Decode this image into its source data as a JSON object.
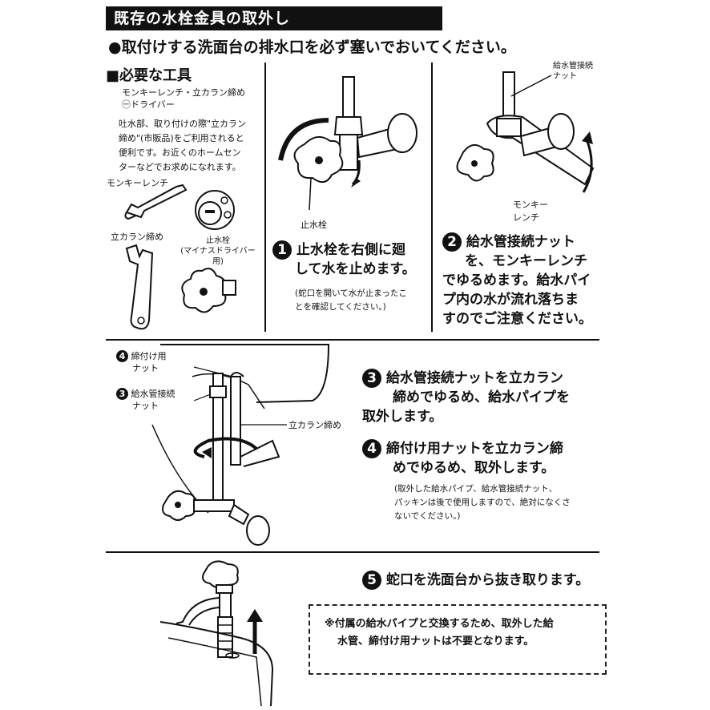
{
  "header": {
    "title": "既存の水栓金具の取外し",
    "notice": "●取付けする洗面台の排水口を必ず塞いでおいてください。"
  },
  "tools": {
    "heading": "■必要な工具",
    "list_line1": "モンキーレンチ・立カラン締め",
    "list_line2": "㊀ドライバー",
    "note_lines": [
      "吐水部、取り付けの際\"立カラン",
      "締め\"(市販品)をご利用されると",
      "便利です。お近くのホームセン",
      "ターなどでお求めになれます。"
    ],
    "label_wrench": "モンキーレンチ",
    "label_stand": "立カラン締め",
    "label_stopvalve_line1": "止水栓",
    "label_stopvalve_line2": "(マイナスドライバー用)"
  },
  "step1": {
    "number": "1",
    "diagram_label": "止水栓",
    "text_line1": "止水栓を右側に廻",
    "text_line2": "して水を止めます。",
    "note_line1": "(蛇口を開いて水が止まったこ",
    "note_line2": "とを確認してください。)"
  },
  "step2": {
    "number": "2",
    "label_nut_line1": "給水管接続",
    "label_nut_line2": "ナット",
    "label_wrench_line1": "モンキー",
    "label_wrench_line2": "レンチ",
    "text_lines": [
      "給水管接続ナット",
      "を、モンキーレンチ",
      "でゆるめます。給水パイ",
      "プ内の水が流れ落ちま",
      "すのでご注意ください。"
    ]
  },
  "diagram34": {
    "label4_num": "4",
    "label4_line1": "締付け用",
    "label4_line2": "ナット",
    "label3_num": "3",
    "label3_line1": "給水管接続",
    "label3_line2": "ナット",
    "label_stand": "立カラン締め"
  },
  "step3": {
    "number": "3",
    "text_line1": "給水管接続ナットを立カラン",
    "text_line2": "締めでゆるめ、給水パイプを",
    "text_line3": "取外します。"
  },
  "step4": {
    "number": "4",
    "text_line1": "締付け用ナットを立カラン締",
    "text_line2": "めでゆるめ、取外します。",
    "note_lines": [
      "(取外した給水パイプ、給水管接続ナット、",
      "パッキンは後で使用しますので、絶対になくさ",
      "ないでください。)"
    ]
  },
  "step5": {
    "number": "5",
    "text": "蛇口を洗面台から抜き取ります。",
    "box_line1": "※付属の給水パイプと交換するため、取外した給",
    "box_line2": "水管、締付け用ナットは不要となります。"
  }
}
